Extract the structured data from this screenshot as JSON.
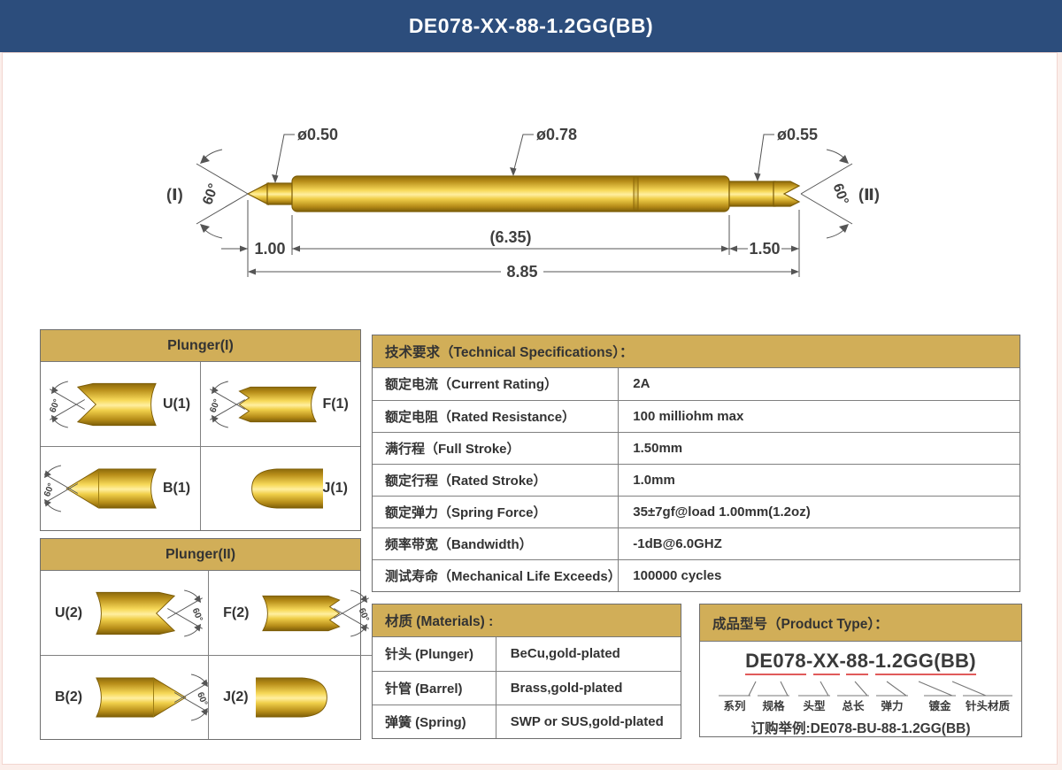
{
  "header": {
    "title": "DE078-XX-88-1.2GG(BB)"
  },
  "drawing": {
    "dia_plunger_left": "ø0.50",
    "dia_barrel": "ø0.78",
    "dia_plunger_right": "ø0.55",
    "dim_left": "1.00",
    "dim_mid": "(6.35)",
    "dim_right": "1.50",
    "dim_total": "8.85",
    "angle_left": "60°",
    "angle_right": "60°",
    "end_left": "(Ⅰ)",
    "end_right": "(Ⅱ)"
  },
  "plunger1": {
    "title": "Plunger(I)",
    "cells": [
      {
        "label": "U(1)",
        "angle": "60°"
      },
      {
        "label": "F(1)",
        "angle": "60°"
      },
      {
        "label": "B(1)",
        "angle": "60°"
      },
      {
        "label": "J(1)",
        "angle": ""
      }
    ]
  },
  "plunger2": {
    "title": "Plunger(II)",
    "cells": [
      {
        "label": "U(2)",
        "angle": "60°"
      },
      {
        "label": "F(2)",
        "angle": "60°"
      },
      {
        "label": "B(2)",
        "angle": "60°"
      },
      {
        "label": "J(2)",
        "angle": ""
      }
    ]
  },
  "specs": {
    "title": "技术要求（Technical Specifications）：",
    "rows": [
      {
        "label": "额定电流（Current Rating）",
        "value": "2A"
      },
      {
        "label": "额定电阻（Rated Resistance）",
        "value": "100 milliohm max"
      },
      {
        "label": "满行程（Full Stroke）",
        "value": "1.50mm"
      },
      {
        "label": "额定行程（Rated Stroke）",
        "value": "1.0mm"
      },
      {
        "label": "额定弹力（Spring Force）",
        "value": "35±7gf@load 1.00mm(1.2oz)"
      },
      {
        "label": "频率带宽（Bandwidth）",
        "value": "-1dB@6.0GHZ"
      },
      {
        "label": "测试寿命（Mechanical Life Exceeds）",
        "value": "100000 cycles"
      }
    ]
  },
  "materials": {
    "title": "材质 (Materials) :",
    "rows": [
      {
        "label": "针头 (Plunger)",
        "value": "BeCu,gold-plated"
      },
      {
        "label": "针管 (Barrel)",
        "value": "Brass,gold-plated"
      },
      {
        "label": "弹簧 (Spring)",
        "value": "SWP or SUS,gold-plated"
      }
    ]
  },
  "product": {
    "title": "成品型号（Product Type）：",
    "code_segments": [
      {
        "text": "DE"
      },
      {
        "text": "078"
      },
      {
        "text": "-"
      },
      {
        "text": "XX"
      },
      {
        "text": "-"
      },
      {
        "text": "88"
      },
      {
        "text": "-"
      },
      {
        "text": "1.2"
      },
      {
        "text": "GG"
      },
      {
        "text": "(BB)"
      }
    ],
    "field_labels": [
      "系列",
      "规格",
      "头型",
      "总长",
      "弹力",
      "镀金",
      "针头材质"
    ],
    "example": "订购举例:DE078-BU-88-1.2GG(BB)"
  },
  "colors": {
    "header_bg": "#2c4d7c",
    "table_header_bg": "#d1ae58",
    "underline_red": "#e05a5a",
    "gold_highlight": "#ffefa0"
  }
}
